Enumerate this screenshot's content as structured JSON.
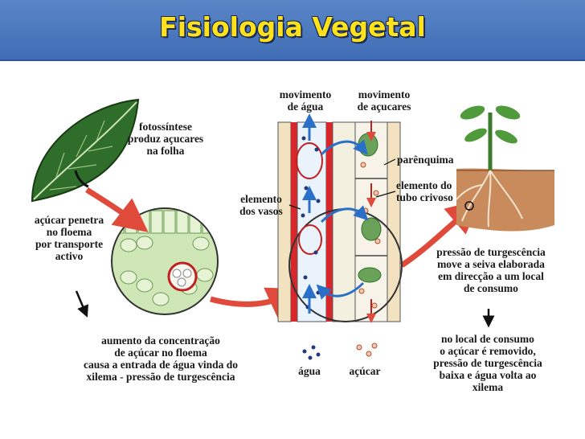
{
  "title": "Fisiologia Vegetal",
  "labels": {
    "fotossintese": "fotossíntese\nproduz açucares\nna folha",
    "acucar_penetra": "açúcar penetra\nno floema\npor transporte\nactivo",
    "aumento": "aumento da concentração\nde açúcar no floema\ncausa a entrada de água vinda do\nxilema - pressão de turgescência",
    "movimento_agua": "movimento\nde água",
    "movimento_acucares": "movimento\nde açucares",
    "parenquima": "parênquima",
    "elemento_tubo": "elemento do\ntubo crivoso",
    "elemento_vasos": "elemento\ndos vasos",
    "agua": "água",
    "acucar": "açúcar",
    "pressao": "pressão de turgescência\nmove a seiva elaborada\nem direcção a um local\nde consumo",
    "local_consumo": "no local de consumo\no açúcar é removido,\npressão de turgescência\nbaixa e água volta ao\nxilema"
  },
  "colors": {
    "header": "#4a7ac0",
    "title": "#ffe21a",
    "arrow": "#e04a3a",
    "xylem": "#d9262a",
    "water_arrow": "#2a70c8",
    "leaf": "#2f6d2a"
  }
}
